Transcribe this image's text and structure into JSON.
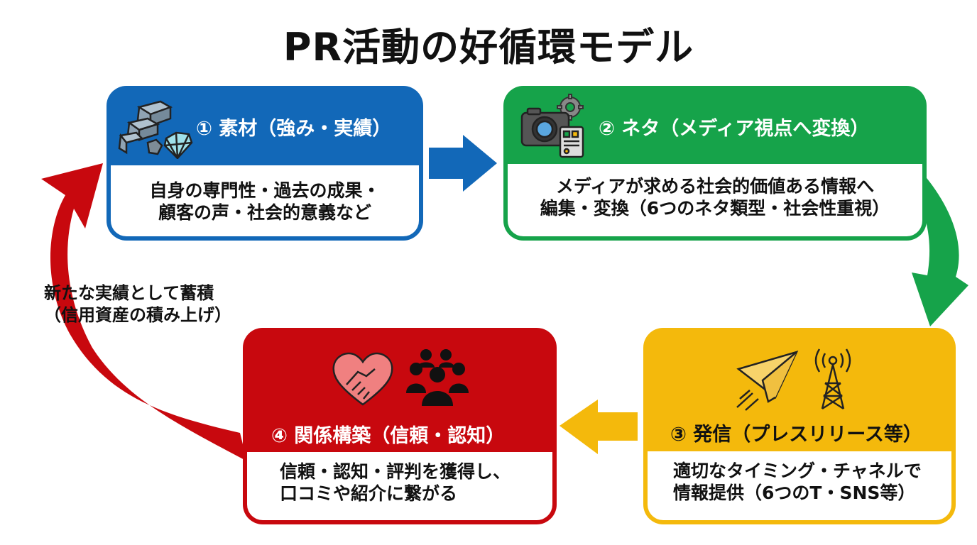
{
  "title": "PR活動の好循環モデル",
  "steps": [
    {
      "label": "① 素材（強み・実績）",
      "lines": [
        "自身の専門性・過去の成果・",
        "顧客の声・社会的意義など"
      ],
      "color": "#1268b8",
      "icons": [
        "metal-ingots-icon",
        "ore-rock-icon",
        "diamond-icon"
      ]
    },
    {
      "label": "② ネタ（メディア視点へ変換）",
      "lines": [
        "メディアが求める社会的価値ある情報へ",
        "編集・変換（6つのネタ類型・社会性重視）"
      ],
      "color": "#16a34a",
      "icons": [
        "camera-icon",
        "gear-icon",
        "document-icon"
      ]
    },
    {
      "label": "③ 発信（プレスリリース等）",
      "lines": [
        "適切なタイミング・チャネルで",
        "情報提供（6つのT・SNS等）"
      ],
      "color": "#f4b90c",
      "icons": [
        "paper-plane-icon",
        "broadcast-tower-icon"
      ]
    },
    {
      "label": "④ 関係構築（信頼・認知）",
      "lines": [
        "信頼・認知・評判を獲得し、",
        "口コミや紹介に繋がる"
      ],
      "color": "#c8080e",
      "icons": [
        "heart-handshake-icon",
        "people-group-icon"
      ]
    }
  ],
  "feedback_note": [
    "新たな実績として蓄積",
    "（信用資産の積み上げ）"
  ]
}
